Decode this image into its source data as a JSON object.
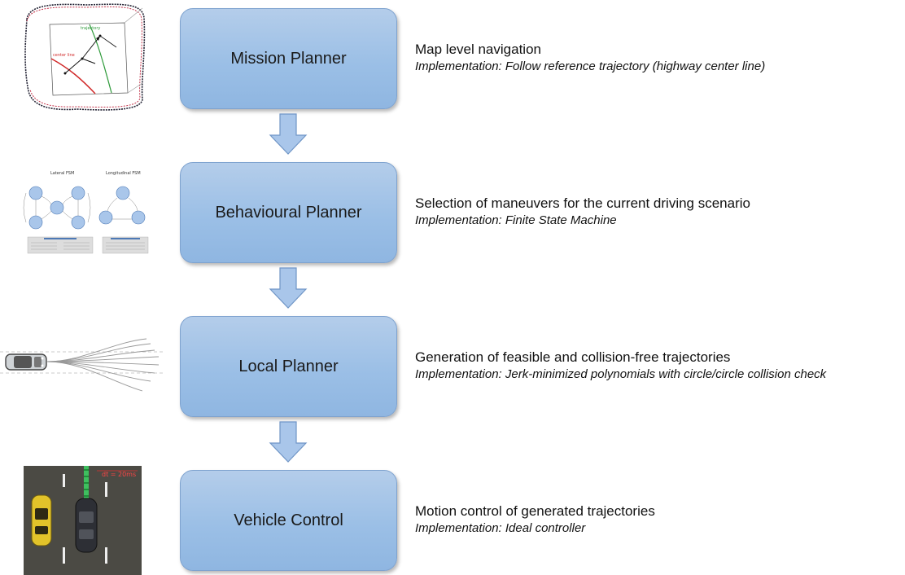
{
  "stages": [
    {
      "name": "Mission Planner",
      "title": "Map level navigation",
      "implementation": "Implementation: Follow reference trajectory (highway center line)"
    },
    {
      "name": "Behavioural Planner",
      "title": "Selection of maneuvers for the current driving scenario",
      "implementation": "Implementation: Finite State Machine"
    },
    {
      "name": "Local Planner",
      "title": "Generation of feasible and collision-free trajectories",
      "implementation": "Implementation: Jerk-minimized polynomials with circle/circle collision check"
    },
    {
      "name": "Vehicle Control",
      "title": "Motion control of generated trajectories",
      "implementation": "Implementation: Ideal controller"
    }
  ],
  "thumbnails": {
    "mission": {
      "trajectory_label": "trajectory",
      "centerline_label": "center line"
    },
    "behaviour": {
      "lateral_title": "Lateral FSM",
      "longitudinal_title": "Longitudinal FSM"
    },
    "control": {
      "timing_label": "dt = 20ms"
    }
  },
  "colors": {
    "box_top": "#b4cdea",
    "box_bottom": "#8fb6e1",
    "arrow_fill": "#a9c6ea",
    "arrow_stroke": "#6f95c6"
  }
}
